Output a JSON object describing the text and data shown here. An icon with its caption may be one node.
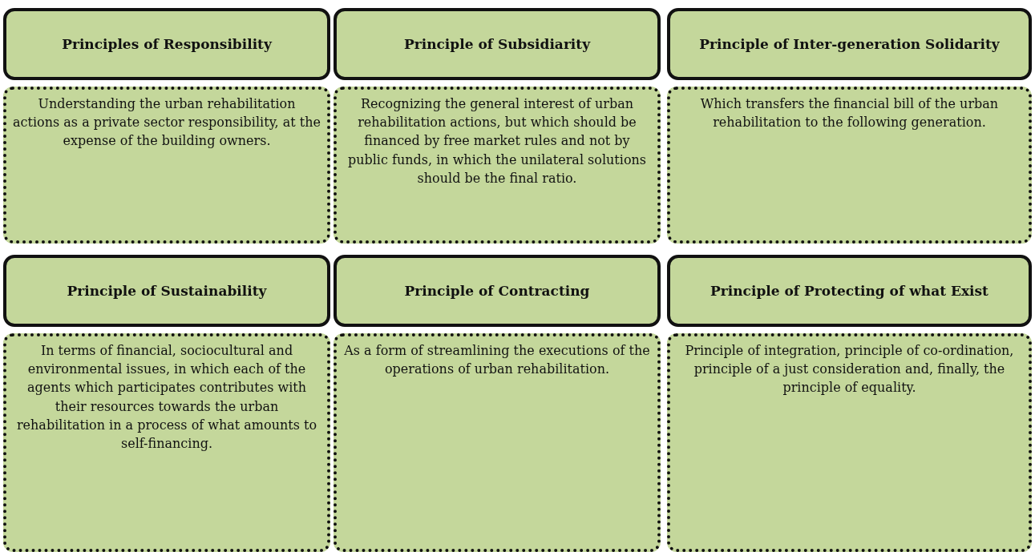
{
  "diagram": {
    "nodes": [
      {
        "text": [
          "Principles of Responsibility"
        ]
      },
      {
        "text": [
          "Principle of Subsidiarity"
        ]
      },
      {
        "text": [
          "Principle of Inter-generation Solidarity"
        ]
      },
      {
        "text": [
          "Understanding the urban rehabilitation actions as a private sector responsibility, at the expense of the building owners."
        ]
      },
      {
        "text": [
          "Recognizing the general interest of urban rehabilitation actions, but which should be financed by free market rules and not by public funds, in which the unilateral solutions should be the final ratio."
        ]
      },
      {
        "text": [
          "Which transfers the financial bill of the urban rehabilitation to the following generation."
        ]
      },
      {
        "text": [
          "Principle of Sustainability"
        ]
      },
      {
        "text": [
          "Principle of Contracting"
        ]
      },
      {
        "text": [
          "Principle of Protecting of what Exist"
        ]
      },
      {
        "text": [
          "In terms of financial, sociocultural and environmental issues, in which each of the agents which participates contributes with their resources towards the urban rehabilitation in a process of what amounts to self-financing."
        ]
      },
      {
        "text": [
          "As a form of streamlining the executions of the operations of urban rehabilitation."
        ]
      },
      {
        "text": [
          "Principle of integration, principle of co-ordination, principle of a just consideration and, finally, the principle of equality."
        ]
      }
    ],
    "edges": []
  }
}
